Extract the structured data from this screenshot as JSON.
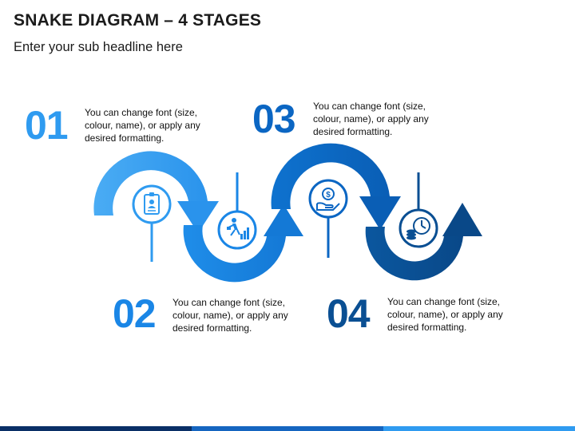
{
  "header": {
    "title": "SNAKE DIAGRAM – 4 STAGES",
    "subtitle": "Enter your sub headline here"
  },
  "stages": [
    {
      "number": "01",
      "text": "You can change font (size, colour, name), or apply any desired formatting.",
      "color": "#2f9bf0",
      "icon": "id-card-icon"
    },
    {
      "number": "02",
      "text": "You can change font (size, colour, name), or apply any desired formatting.",
      "color": "#1a86e6",
      "icon": "businessman-chart-icon"
    },
    {
      "number": "03",
      "text": "You can change font (size, colour, name), or apply any desired formatting.",
      "color": "#0b66c3",
      "icon": "dollar-hand-icon"
    },
    {
      "number": "04",
      "text": "You can change font (size, colour, name), or apply any desired formatting.",
      "color": "#0a4f93",
      "icon": "coins-clock-icon"
    }
  ],
  "colors": {
    "footer_dark": "#0a2f66",
    "footer_mid": "#1565c0",
    "footer_light": "#2f9bf0"
  }
}
